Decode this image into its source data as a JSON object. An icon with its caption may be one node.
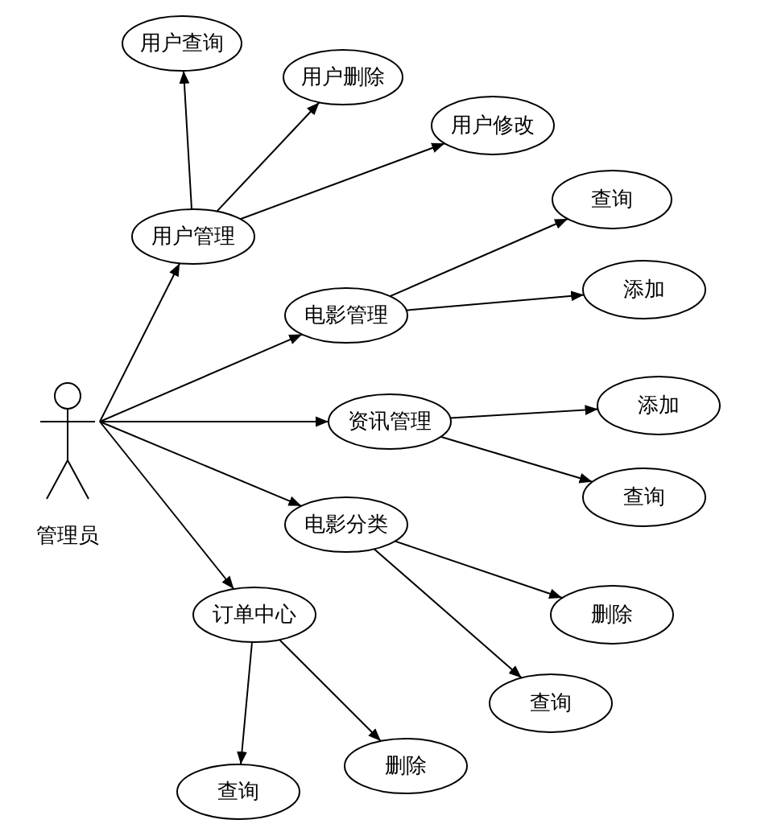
{
  "diagram": {
    "nodes": [
      {
        "text": [
          "管理员"
        ]
      },
      {
        "text": [
          "用户管理"
        ]
      },
      {
        "text": [
          "用户查询"
        ]
      },
      {
        "text": [
          "用户删除"
        ]
      },
      {
        "text": [
          "用户修改"
        ]
      },
      {
        "text": [
          "电影管理"
        ]
      },
      {
        "text": [
          "查询"
        ]
      },
      {
        "text": [
          "添加"
        ]
      },
      {
        "text": [
          "资讯管理"
        ]
      },
      {
        "text": [
          "添加"
        ]
      },
      {
        "text": [
          "查询"
        ]
      },
      {
        "text": [
          "电影分类"
        ]
      },
      {
        "text": [
          "删除"
        ]
      },
      {
        "text": [
          "查询"
        ]
      },
      {
        "text": [
          "订单中心"
        ]
      },
      {
        "text": [
          "删除"
        ]
      },
      {
        "text": [
          "查询"
        ]
      }
    ],
    "edges": [
      {
        "from": 0,
        "to": 1,
        "arrow": "to"
      },
      {
        "from": 0,
        "to": 5,
        "arrow": "to"
      },
      {
        "from": 0,
        "to": 8,
        "arrow": "to"
      },
      {
        "from": 0,
        "to": 11,
        "arrow": "to"
      },
      {
        "from": 0,
        "to": 14,
        "arrow": "to"
      },
      {
        "from": 1,
        "to": 2,
        "arrow": "to"
      },
      {
        "from": 1,
        "to": 3,
        "arrow": "to"
      },
      {
        "from": 1,
        "to": 4,
        "arrow": "to"
      },
      {
        "from": 5,
        "to": 6,
        "arrow": "to"
      },
      {
        "from": 5,
        "to": 7,
        "arrow": "to"
      },
      {
        "from": 8,
        "to": 9,
        "arrow": "to"
      },
      {
        "from": 8,
        "to": 10,
        "arrow": "to"
      },
      {
        "from": 11,
        "to": 12,
        "arrow": "to"
      },
      {
        "from": 11,
        "to": 13,
        "arrow": "to"
      },
      {
        "from": 14,
        "to": 16,
        "arrow": "to"
      },
      {
        "from": 14,
        "to": 15,
        "arrow": "to"
      }
    ]
  }
}
